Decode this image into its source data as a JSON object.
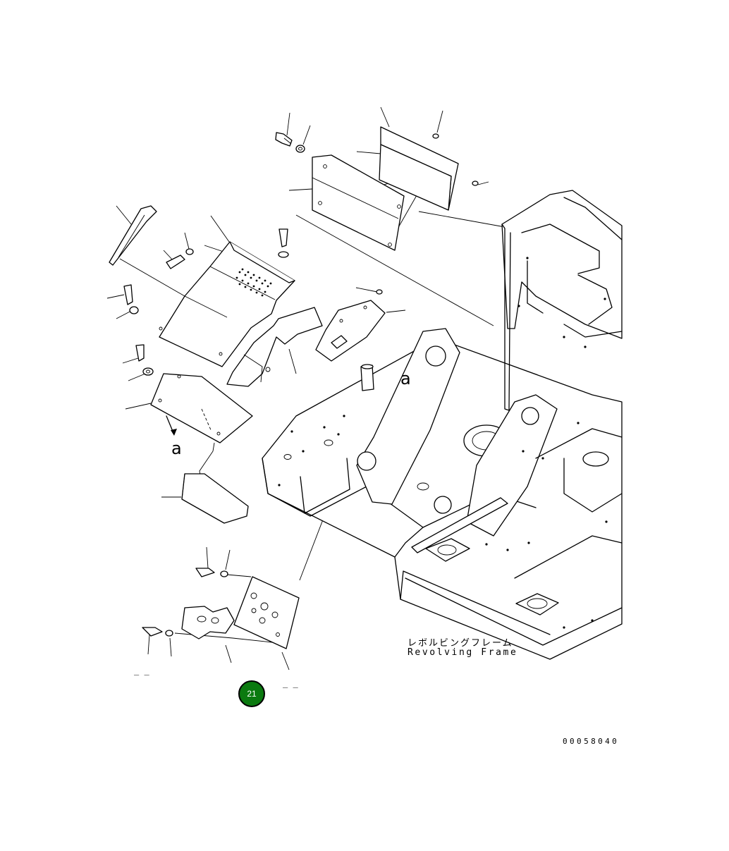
{
  "drawing": {
    "frame_label_jp": "レボルビングフレーム",
    "frame_label_en": "Revolving Frame",
    "view_marker_upper": "a",
    "view_marker_lower": "a",
    "dash_left": "_ _",
    "dash_right": "_ _",
    "callout_number": "21",
    "document_number": "00058040"
  },
  "colors": {
    "line": "#000000",
    "callout_fill": "#0b7a10",
    "callout_text": "#ffffff"
  }
}
